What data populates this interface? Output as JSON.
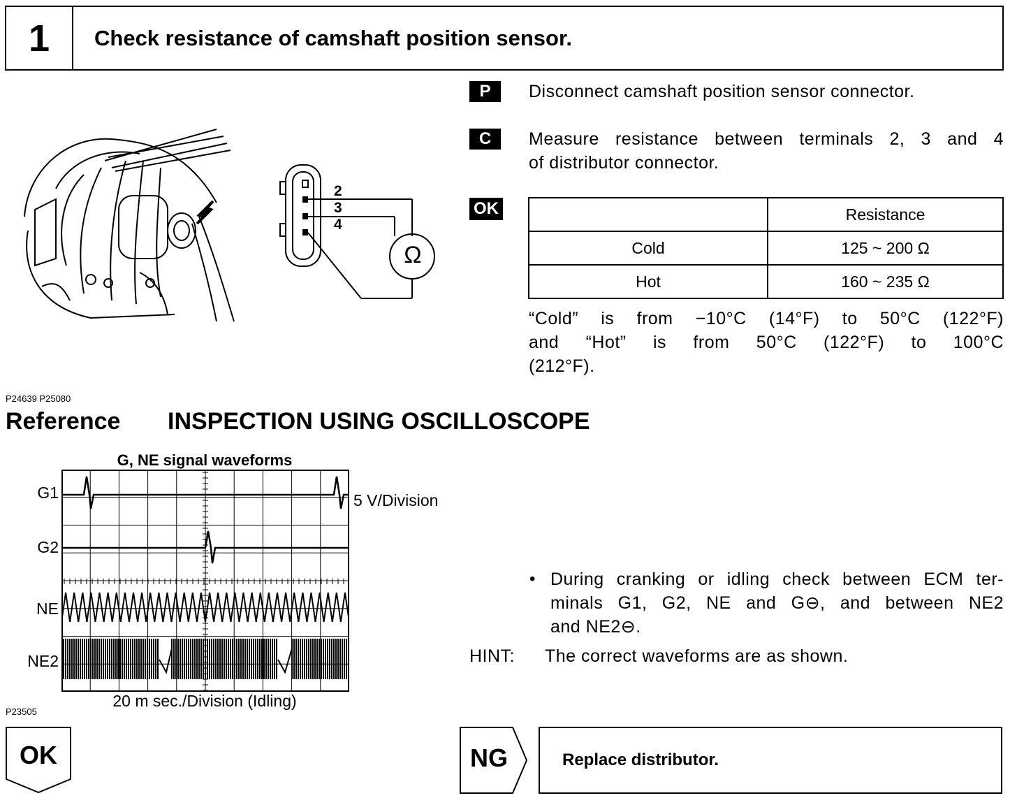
{
  "step": {
    "number": "1",
    "title": "Check resistance of camshaft position sensor."
  },
  "instructions": [
    {
      "tag": "P",
      "text": "Disconnect camshaft position sensor connector."
    },
    {
      "tag": "C",
      "text_line1": "Measure resistance between terminals 2, 3 and 4",
      "text_line2": "of distributor connector."
    }
  ],
  "ok_tag": "OK",
  "resistance_table": {
    "header": [
      "",
      "Resistance"
    ],
    "rows": [
      {
        "label": "Cold",
        "value": "125 ~ 200 Ω"
      },
      {
        "label": "Hot",
        "value": "160 ~ 235 Ω"
      }
    ]
  },
  "temp_note": {
    "line1": "“Cold” is from −10°C (14°F) to 50°C (122°F)",
    "line2": "and “Hot” is from 50°C (122°F) to 100°C",
    "line3": "(212°F)."
  },
  "connector": {
    "terminals": [
      "2",
      "3",
      "4"
    ],
    "meter_symbol": "Ω"
  },
  "figure_codes": {
    "top": "P24639 P25080",
    "bottom": "P23505"
  },
  "reference": {
    "label": "Reference",
    "title": "INSPECTION USING OSCILLOSCOPE"
  },
  "scope": {
    "title": "G, NE signal waveforms",
    "channels": [
      "G1",
      "G2",
      "NE",
      "NE2"
    ],
    "vdiv": "5 V/Division",
    "tdiv": "20 m sec./Division (Idling)"
  },
  "bullet": {
    "line1": "During cranking or idling check between ECM ter-",
    "line2": "minals G1, G2, NE and G⊖, and between NE2",
    "line3": "and NE2⊖."
  },
  "hint": {
    "label": "HINT:",
    "text": "The correct waveforms are as shown."
  },
  "ok_label": "OK",
  "ng_label": "NG",
  "ng_action": "Replace distributor."
}
